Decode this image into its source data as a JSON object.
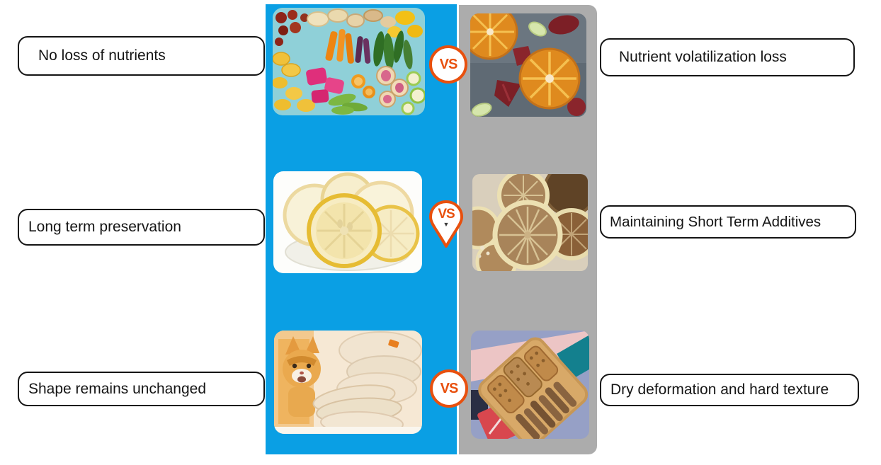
{
  "rows": [
    {
      "left_label": "No loss of nutrients",
      "right_label": "Nutrient volatilization loss",
      "vs": "VS"
    },
    {
      "left_label": "Long term preservation",
      "right_label": "Maintaining Short Term Additives",
      "vs": "VS"
    },
    {
      "left_label": "Shape remains unchanged",
      "right_label": "Dry deformation and hard texture",
      "vs": "VS"
    }
  ],
  "badges": {
    "pin_arrow": "▼"
  },
  "panels": {
    "left": {
      "color": "#0a9fe4",
      "images": [
        {
          "name": "freeze-dried-fruit-vegetable-mix",
          "description": "Colorful assortment of freeze-dried fruits and vegetables"
        },
        {
          "name": "freeze-dried-lemon-slices",
          "description": "Bright pale freeze-dried lemon slices on a white plate"
        },
        {
          "name": "cat-with-freeze-dried-chicken",
          "description": "Orange cat beside a stack of freeze-dried chicken fillets"
        }
      ]
    },
    "right": {
      "color": "#acacac",
      "images": [
        {
          "name": "dried-orange-strawberry-slices",
          "description": "Heat-dried orange and strawberry slices on gray slate"
        },
        {
          "name": "browned-dried-lemon-slices",
          "description": "Browned shriveled dried lemon slices"
        },
        {
          "name": "dried-meat-jerky-tray",
          "description": "Hard dried meat jerky strips on a wooden tray"
        }
      ]
    }
  },
  "colors": {
    "left_panel": "#0a9fe4",
    "right_panel": "#acacac",
    "vs_accent": "#e8500e",
    "box_border": "#141414",
    "text": "#151515"
  }
}
